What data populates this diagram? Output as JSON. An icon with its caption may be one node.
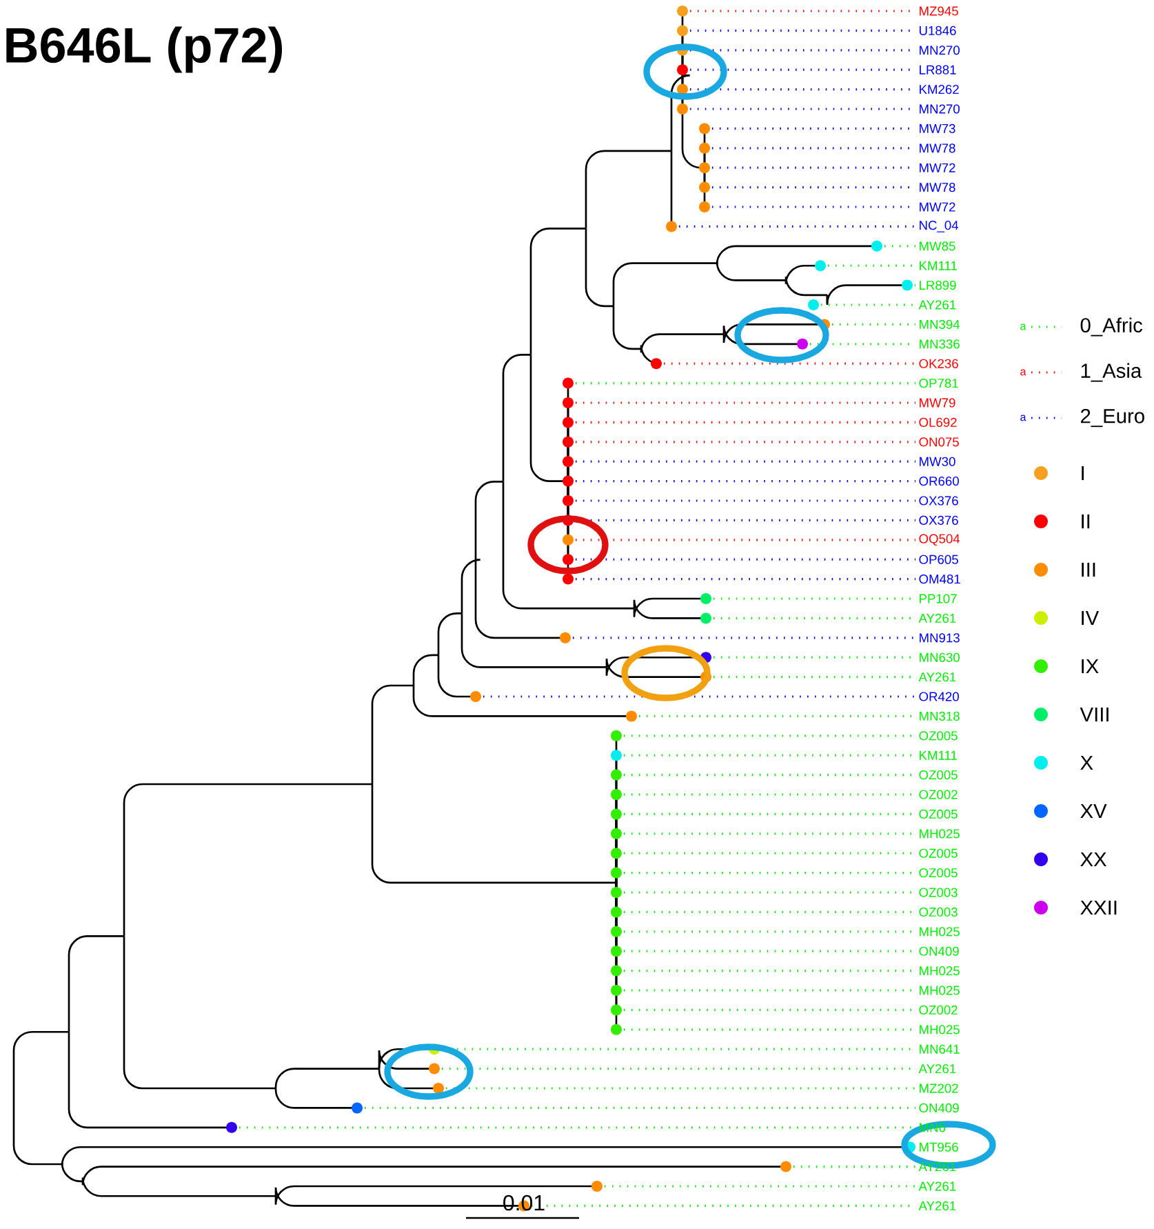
{
  "diagram": {
    "title": "B646L (p72)",
    "labels": [
      "MZ945",
      "U1846",
      "MN270",
      "LR881",
      "KM262",
      "MN270",
      "MW73",
      "MW78",
      "MW72",
      "MW78",
      "MW72",
      "NC_04",
      "MW85",
      "KM111",
      "LR899",
      "AY261",
      "MN394",
      "MN336",
      "OK236",
      "OP781",
      "MW79",
      "OL692",
      "ON075",
      "MW30",
      "OR660",
      "OX376",
      "OX376",
      "OQ504",
      "OP605",
      "OM481",
      "PP107",
      "AY261",
      "MN913",
      "MN630",
      "AY261",
      "OR420",
      "MN318",
      "OZ005",
      "KM111",
      "OZ005",
      "OZ002",
      "OZ005",
      "MH025",
      "OZ005",
      "OZ005",
      "OZ003",
      "OZ003",
      "MH025",
      "ON409",
      "MH025",
      "MH025",
      "OZ002",
      "MH025",
      "MN641",
      "AY261",
      "MZ202",
      "ON409",
      "MN6",
      "MT956",
      "AY261",
      "AY261",
      "AY261",
      "0.01",
      "a",
      "a",
      "a"
    ],
    "legend": [
      {
        "text": "0_Afric"
      },
      {
        "text": "1_Asia"
      },
      {
        "text": "2_Euro"
      },
      {
        "text": "I",
        "color": "#f5a020"
      },
      {
        "text": "II",
        "color": "#ff0000"
      },
      {
        "text": "III",
        "color": "#ff8c00"
      },
      {
        "text": "IV",
        "color": "#ccee00"
      },
      {
        "text": "IX",
        "color": "#33ee00"
      },
      {
        "text": "VIII",
        "color": "#00ee66"
      },
      {
        "text": "X",
        "color": "#00eeee"
      },
      {
        "text": "XV",
        "color": "#0066ff"
      },
      {
        "text": "XX",
        "color": "#3300ee"
      },
      {
        "text": "XXII",
        "color": "#cc00ee"
      }
    ]
  }
}
